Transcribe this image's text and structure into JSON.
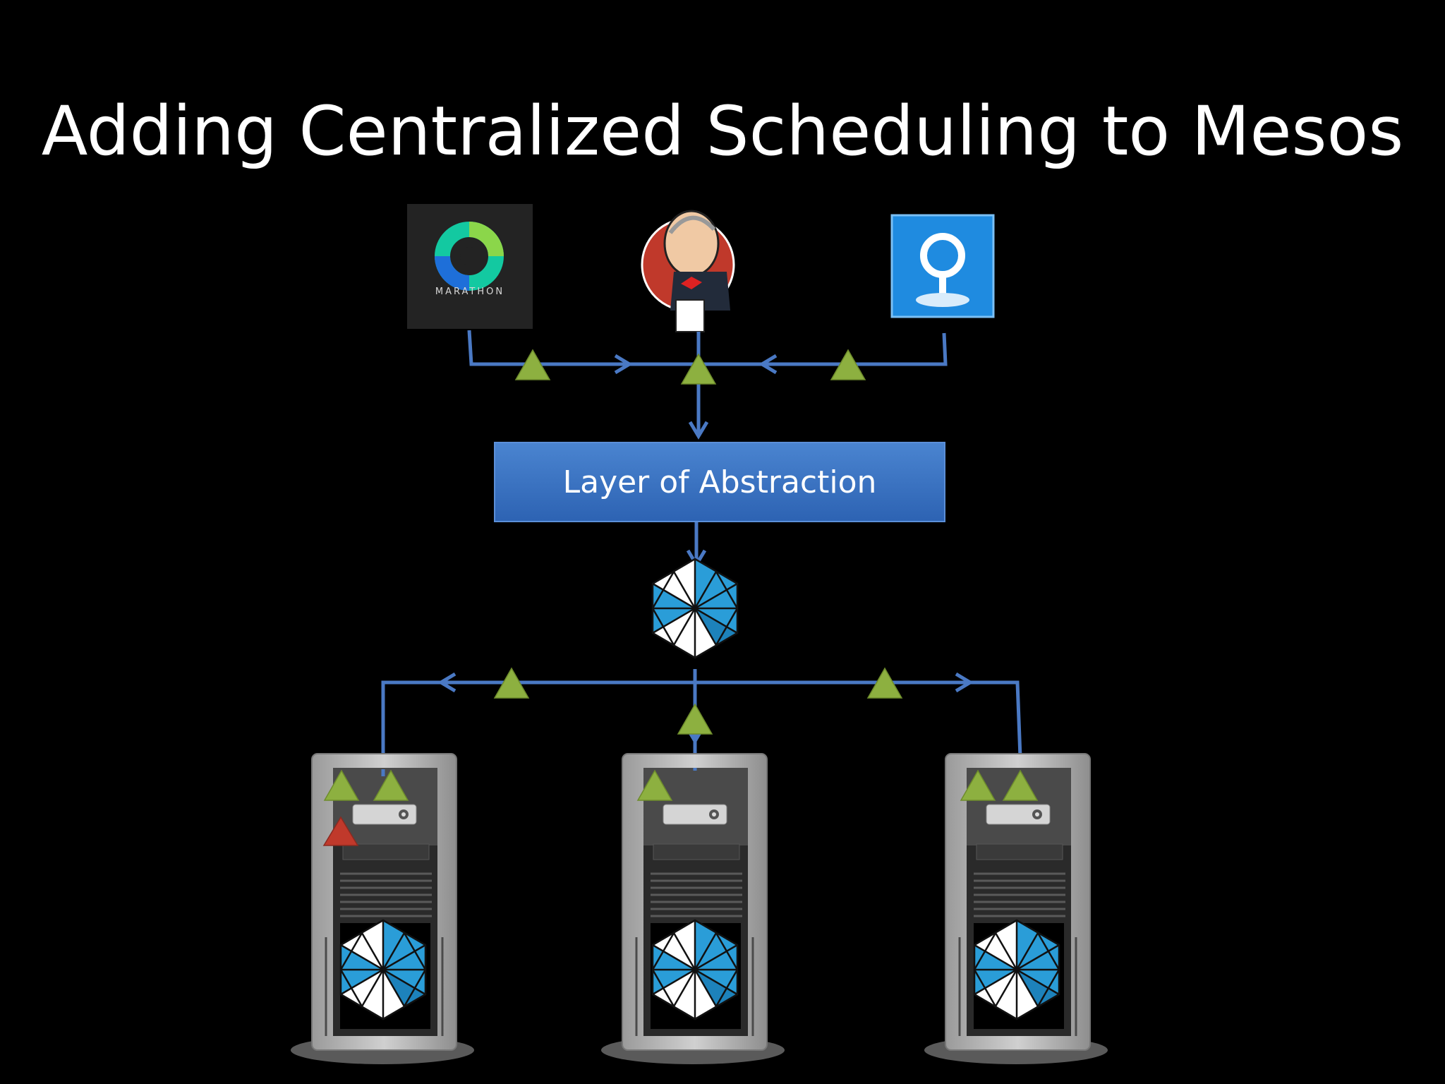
{
  "slide": {
    "title": "Adding Centralized Scheduling to Mesos"
  },
  "frameworks": [
    {
      "name": "marathon-logo",
      "label": "MARATHON"
    },
    {
      "name": "jenkins-logo"
    },
    {
      "name": "chronos-logo"
    }
  ],
  "abstraction": {
    "label": "Layer of Abstraction"
  },
  "colors": {
    "background": "#000000",
    "connector": "#4a79c4",
    "offer_triangle": "#8db040",
    "rejected_triangle": "#c0392b",
    "abstraction_box": "#3b73c3",
    "mesos_blue": "#2a9dd8"
  },
  "icons": [
    "marathon-logo",
    "jenkins-logo",
    "chronos-logo",
    "mesos-master-icon",
    "server-tower-icon",
    "mesos-agent-icon",
    "resource-offer-icon",
    "declined-offer-icon"
  ]
}
